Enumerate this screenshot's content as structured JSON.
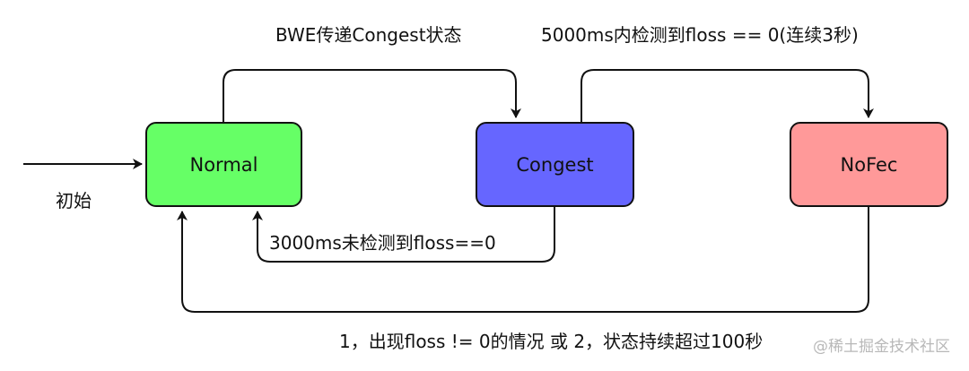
{
  "states": {
    "normal": {
      "label": "Normal",
      "fill": "#66ff66"
    },
    "congest": {
      "label": "Congest",
      "fill": "#6666ff"
    },
    "nofec": {
      "label": "NoFec",
      "fill": "#ff9999"
    }
  },
  "transitions": {
    "initial": "初始",
    "normal_to_congest": "BWE传递Congest状态",
    "congest_to_nofec": "5000ms内检测到floss == 0(连续3秒)",
    "congest_to_normal": "3000ms未检测到floss==0",
    "nofec_to_normal": "1，出现floss != 0的情况  或  2，状态持续超过100秒"
  },
  "colors": {
    "line": "#111111"
  },
  "watermark": "@稀土掘金技术社区"
}
